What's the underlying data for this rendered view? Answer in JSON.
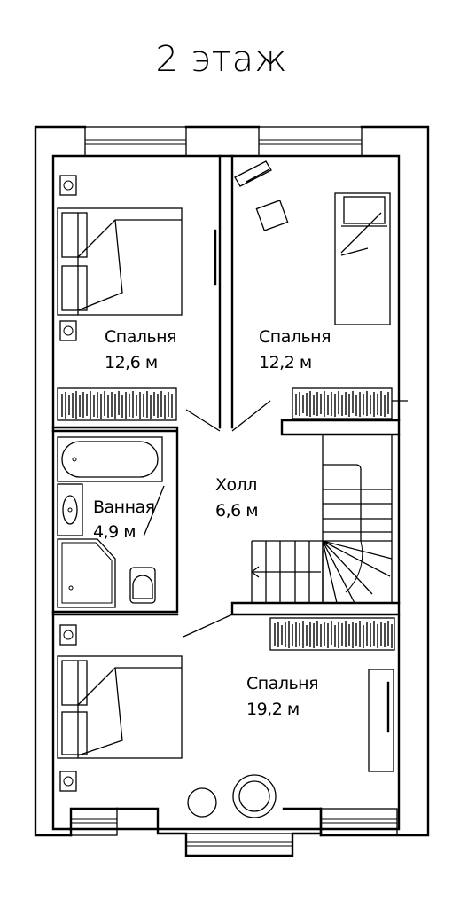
{
  "title": "2 этаж",
  "rooms": [
    {
      "id": "bedroom-1",
      "name": "Спальня",
      "area": "12,6 м"
    },
    {
      "id": "bedroom-2",
      "name": "Спальня",
      "area": "12,2 м"
    },
    {
      "id": "bathroom",
      "name": "Ванная",
      "area": "4,9 м"
    },
    {
      "id": "hall",
      "name": "Холл",
      "area": "6,6 м"
    },
    {
      "id": "bedroom-3",
      "name": "Спальня",
      "area": "19,2 м"
    }
  ]
}
